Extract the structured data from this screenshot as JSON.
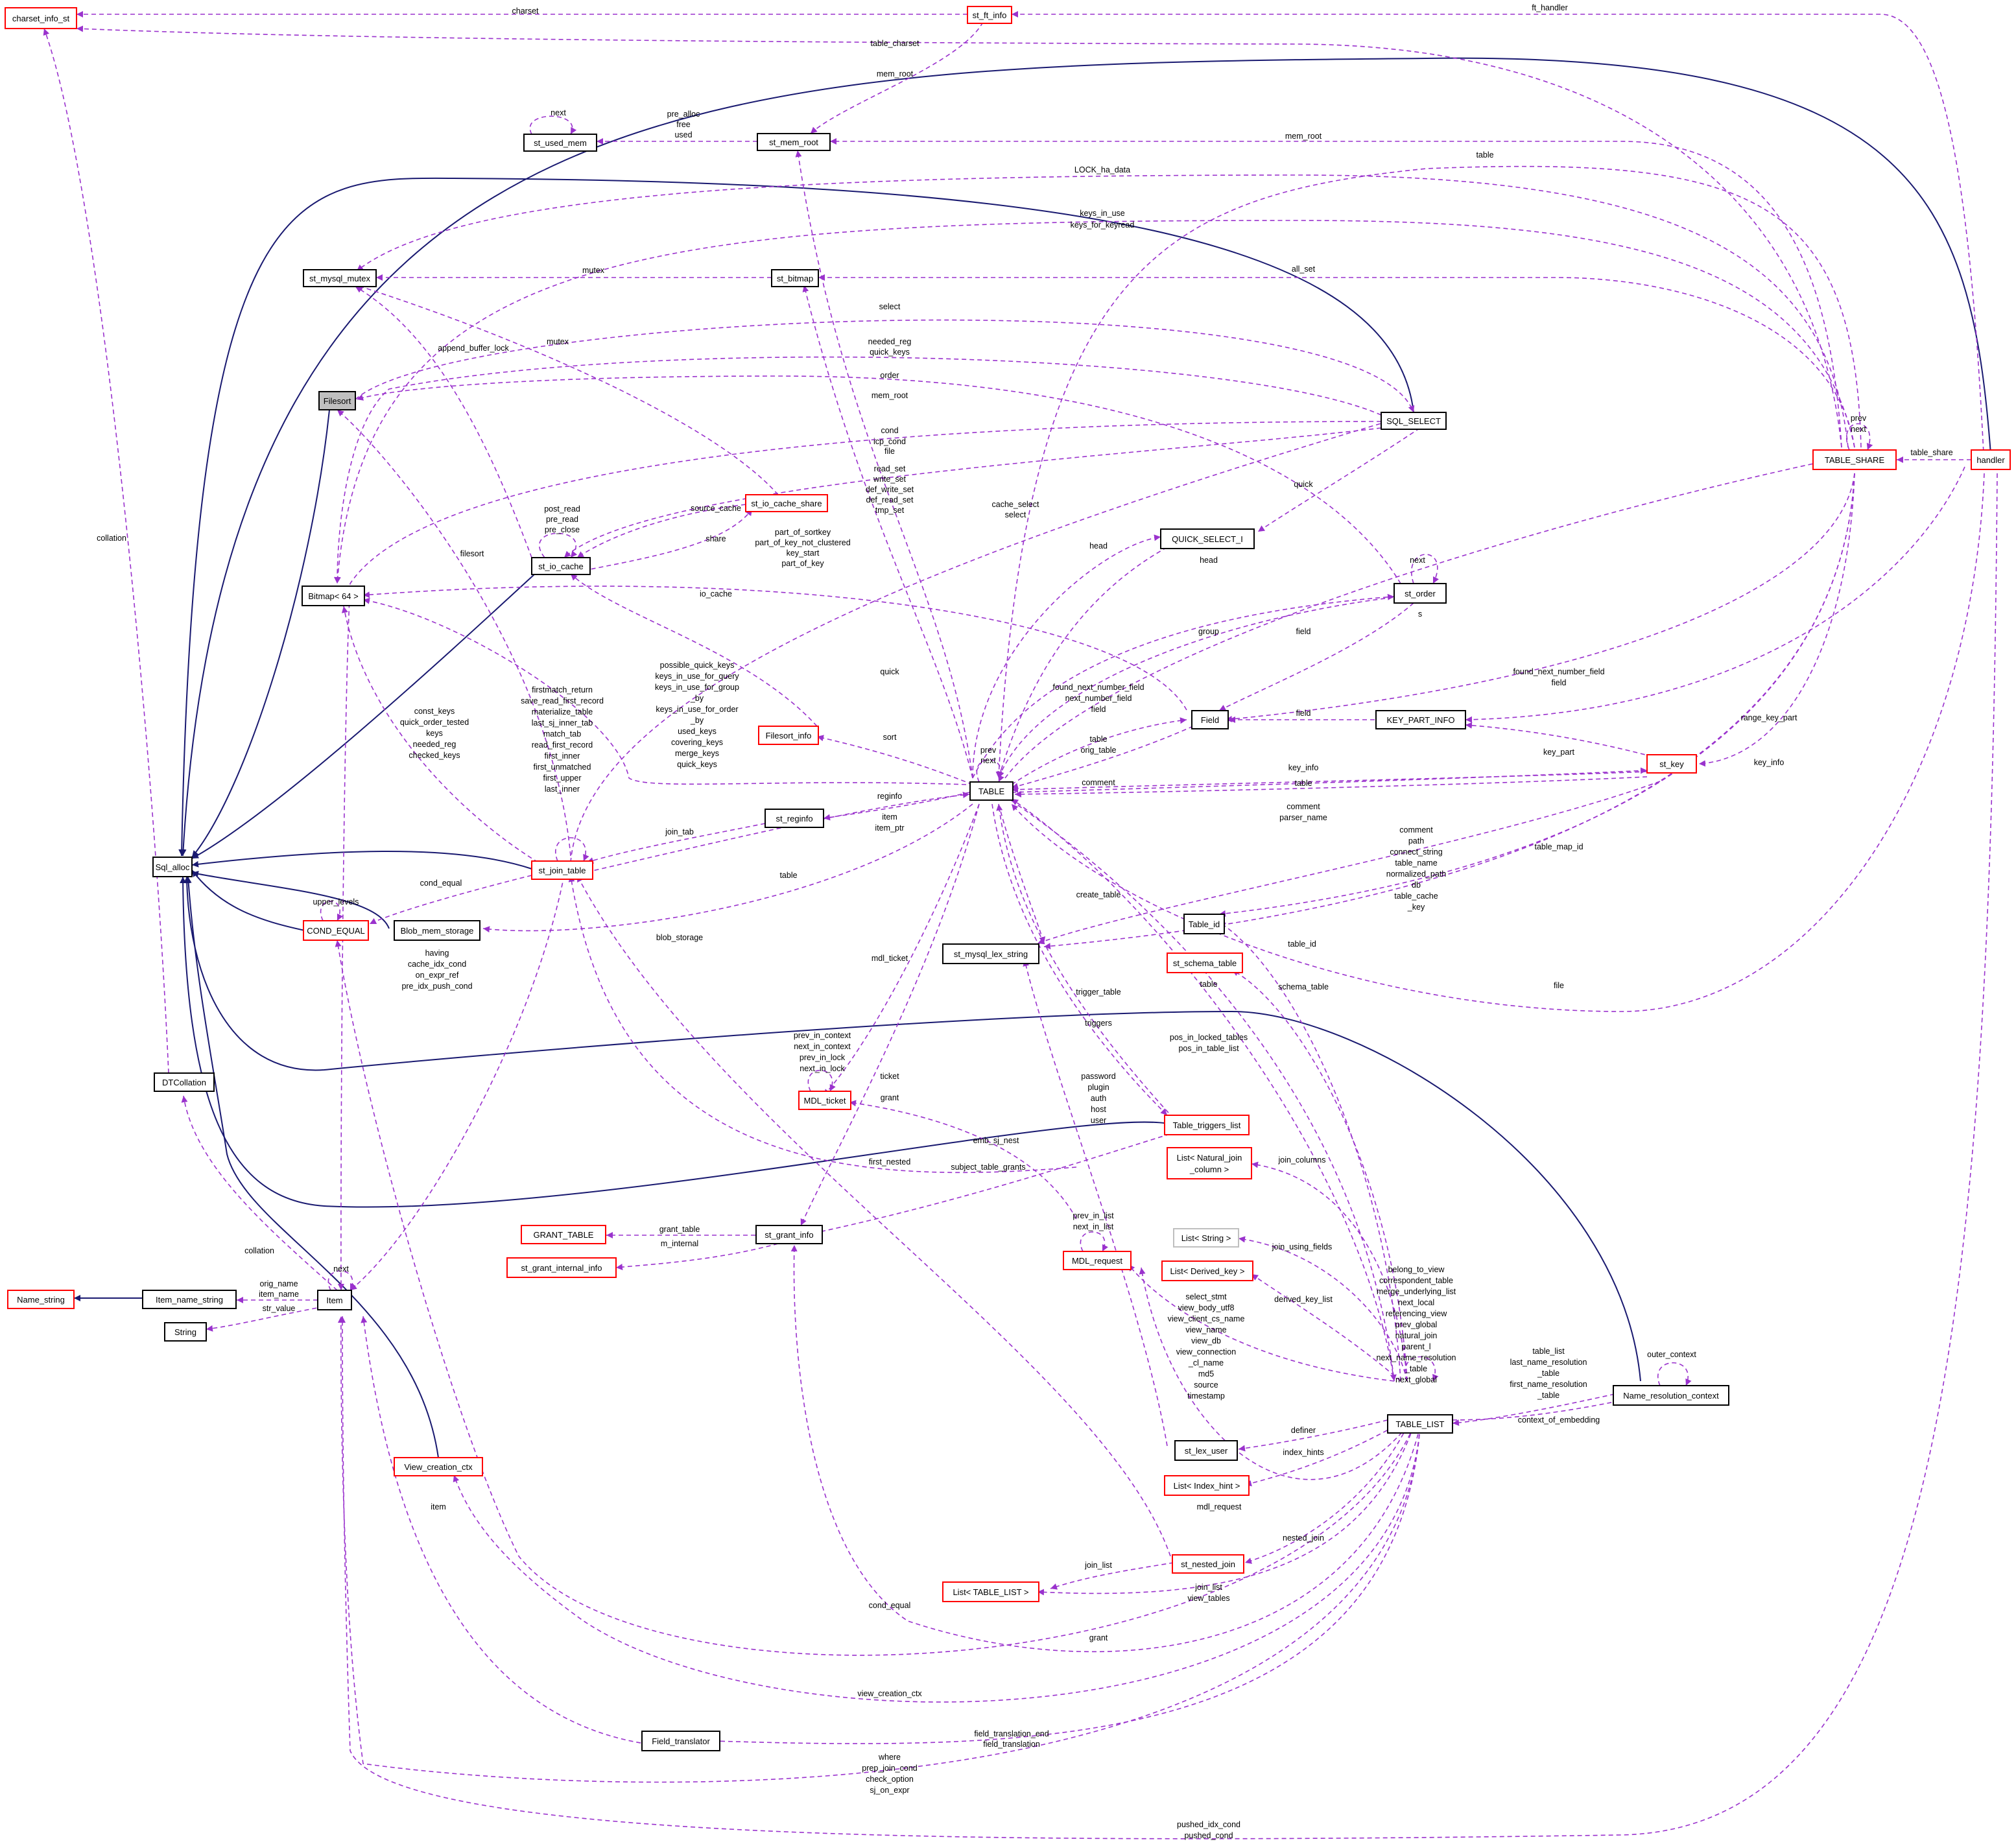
{
  "nodes": {
    "charset_info_st": "charset_info_st",
    "st_ft_info": "st_ft_info",
    "st_used_mem": "st_used_mem",
    "st_mem_root": "st_mem_root",
    "st_mysql_mutex": "st_mysql_mutex",
    "st_bitmap": "st_bitmap",
    "Filesort": "Filesort",
    "SQL_SELECT": "SQL_SELECT",
    "TABLE_SHARE": "TABLE_SHARE",
    "handler": "handler",
    "st_io_cache_share": "st_io_cache_share",
    "st_io_cache": "st_io_cache",
    "QUICK_SELECT_I": "QUICK_SELECT_I",
    "Bitmap_64": "Bitmap< 64 >",
    "st_order": "st_order",
    "Filesort_info": "Filesort_info",
    "Field": "Field",
    "KEY_PART_INFO": "KEY_PART_INFO",
    "TABLE": "TABLE",
    "st_key": "st_key",
    "st_reginfo": "st_reginfo",
    "Sql_alloc": "Sql_alloc",
    "st_join_table": "st_join_table",
    "COND_EQUAL": "COND_EQUAL",
    "Blob_mem_storage": "Blob_mem_storage",
    "Table_id": "Table_id",
    "st_mysql_lex_string": "st_mysql_lex_string",
    "st_schema_table": "st_schema_table",
    "DTCollation": "DTCollation",
    "MDL_ticket": "MDL_ticket",
    "Table_triggers_list": "Table_triggers_list",
    "List_Natural_join_1": "List< Natural_join",
    "List_Natural_join_2": "_column >",
    "GRANT_TABLE": "GRANT_TABLE",
    "st_grant_info": "st_grant_info",
    "st_grant_internal_info": "st_grant_internal_info",
    "List_String": "List< String >",
    "MDL_request": "MDL_request",
    "List_Derived_key": "List< Derived_key >",
    "Name_string": "Name_string",
    "Item_name_string": "Item_name_string",
    "Item": "Item",
    "String": "String",
    "View_creation_ctx": "View_creation_ctx",
    "TABLE_LIST": "TABLE_LIST",
    "Name_resolution_context": "Name_resolution_context",
    "st_lex_user": "st_lex_user",
    "List_Index_hint": "List< Index_hint >",
    "st_nested_join": "st_nested_join",
    "List_TABLE_LIST": "List< TABLE_LIST >",
    "Field_translator": "Field_translator"
  },
  "labels": {
    "charset": "charset",
    "ft_handler": "ft_handler",
    "table_charset": "table_charset",
    "mem_root_top": "mem_root",
    "pre_alloc": "pre_alloc",
    "free": "free",
    "used": "used",
    "mem_root_share": "mem_root",
    "next_used_mem": "next",
    "LOCK_ha_data": "LOCK_ha_data",
    "table_top": "table",
    "keys_in_use": "keys_in_use",
    "keys_for_keyread": "keys_for_keyread",
    "mutex": "mutex",
    "all_set": "all_set",
    "select": "select",
    "append_buffer_lock": "append_buffer_lock",
    "mutex2": "mutex",
    "needed_reg": "needed_reg",
    "quick_keys": "quick_keys",
    "order": "order",
    "mem_root_table": "mem_root",
    "prev_share": "prev",
    "next_share": "next",
    "table_share": "table_share",
    "cond": "cond",
    "icp_cond": "icp_cond",
    "file": "file",
    "read_set": "read_set",
    "write_set": "write_set",
    "def_write_set": "def_write_set",
    "def_read_set": "def_read_set",
    "tmp_set": "tmp_set",
    "quick": "quick",
    "post_read": "post_read",
    "pre_read": "pre_read",
    "pre_close": "pre_close",
    "source_cache": "source_cache",
    "share": "share",
    "cache_select": "cache_select",
    "select2": "select",
    "part_of_sortkey": "part_of_sortkey",
    "part_of_key_not_clustered": "part_of_key_not_clustered",
    "key_start": "key_start",
    "part_of_key": "part_of_key",
    "head1": "head",
    "head2": "head",
    "next_order": "next",
    "filesort": "filesort",
    "io_cache": "io_cache",
    "group": "group",
    "field_order": "field",
    "s": "s",
    "quick2": "quick",
    "possible_quick_keys": "possible_quick_keys",
    "keys_in_use_for_query": "keys_in_use_for_query",
    "keys_in_use_for_group": "keys_in_use_for_group",
    "by1": "_by",
    "keys_in_use_for_order": "keys_in_use_for_order",
    "by2": "_by",
    "used_keys": "used_keys",
    "covering_keys": "covering_keys",
    "merge_keys": "merge_keys",
    "quick_keys2": "quick_keys",
    "found_next_number_field_s": "found_next_number_field",
    "field_s": "field",
    "range_key_part": "range_key_part",
    "found_next_number_field": "found_next_number_field",
    "next_number_field": "next_number_field",
    "field_t": "field",
    "field_kpi": "field",
    "const_keys": "const_keys",
    "quick_order_tested": "quick_order_tested",
    "keys": "keys",
    "needed_reg2": "needed_reg",
    "checked_keys": "checked_keys",
    "firstmatch_return": "firstmatch_return",
    "save_read_first_record": "save_read_first_record",
    "materialize_table": "materialize_table",
    "last_sj_inner_tab": "last_sj_inner_tab",
    "match_tab": "match_tab",
    "read_first_record": "read_first_record",
    "first_inner": "first_inner",
    "first_unmatched": "first_unmatched",
    "first_upper": "first_upper",
    "last_inner": "last_inner",
    "sort": "sort",
    "prev_t": "prev",
    "next_t": "next",
    "table_orig1": "table",
    "orig_table": "orig_table",
    "key_part": "key_part",
    "key_info_share": "key_info",
    "comment": "comment",
    "key_info": "key_info",
    "table_key": "table",
    "reginfo": "reginfo",
    "join_tab": "join_tab",
    "item": "item",
    "item_ptr": "item_ptr",
    "comment2": "comment",
    "parser_name": "parser_name",
    "comment3": "comment",
    "path": "path",
    "connect_string": "connect_string",
    "table_name": "table_name",
    "normalized_path": "normalized_path",
    "db": "db",
    "table_cache": "table_cache",
    "key": "_key",
    "table_map_id": "table_map_id",
    "cond_equal": "cond_equal",
    "table_jt": "table",
    "upper_levels": "upper_levels",
    "create_table": "create_table",
    "blob_storage": "blob_storage",
    "having": "having",
    "cache_idx_cond": "cache_idx_cond",
    "on_expr_ref": "on_expr_ref",
    "pre_idx_push_cond": "pre_idx_push_cond",
    "mdl_ticket": "mdl_ticket",
    "table_id": "table_id",
    "file2": "file",
    "table_tl": "table",
    "schema_table": "schema_table",
    "trigger_table": "trigger_table",
    "triggers": "triggers",
    "pos_in_locked_tables": "pos_in_locked_tables",
    "pos_in_table_list": "pos_in_table_list",
    "collation": "collation",
    "prev_in_context": "prev_in_context",
    "next_in_context": "next_in_context",
    "prev_in_lock": "prev_in_lock",
    "next_in_lock": "next_in_lock",
    "ticket": "ticket",
    "grant": "grant",
    "password": "password",
    "plugin": "plugin",
    "auth": "auth",
    "host": "host",
    "user": "user",
    "emb_sj_nest": "emb_sj_nest",
    "first_nested": "first_nested",
    "subject_table_grants": "subject_table_grants",
    "join_columns": "join_columns",
    "grant_table": "grant_table",
    "m_internal": "m_internal",
    "prev_in_list": "prev_in_list",
    "next_in_list": "next_in_list",
    "join_using_fields": "join_using_fields",
    "collation2": "collation",
    "next_item": "next",
    "orig_name": "orig_name",
    "item_name": "item_name",
    "str_value": "str_value",
    "belong_to_view": "belong_to_view",
    "correspondent_table": "correspondent_table",
    "merge_underlying_list": "merge_underlying_list",
    "next_local": "next_local",
    "referencing_view": "referencing_view",
    "prev_global": "prev_global",
    "natural_join": "natural_join",
    "parent_l": "parent_l",
    "next_name_resolution": "next_name_resolution",
    "table_tl2": "_table",
    "next_global": "next_global",
    "derived_key_list": "derived_key_list",
    "select_stmt": "select_stmt",
    "view_body_utf8": "view_body_utf8",
    "view_client_cs_name": "view_client_cs_name",
    "view_name": "view_name",
    "view_db": "view_db",
    "view_connection": "view_connection",
    "cl_name": "_cl_name",
    "md5": "md5",
    "source": "source",
    "timestamp": "timestamp",
    "table_list": "table_list",
    "last_name_resolution": "last_name_resolution",
    "table_nr1": "_table",
    "first_name_resolution": "first_name_resolution",
    "table_nr2": "_table",
    "outer_context": "outer_context",
    "context_of_embedding": "context_of_embedding",
    "definer": "definer",
    "index_hints": "index_hints",
    "item2": "item",
    "mdl_request": "mdl_request",
    "nested_join": "nested_join",
    "join_list": "join_list",
    "join_list2": "join_list",
    "view_tables": "view_tables",
    "cond_equal2": "cond_equal",
    "grant2": "grant",
    "view_creation_ctx": "view_creation_ctx",
    "field_translation_end": "field_translation_end",
    "field_translation": "field_translation",
    "where": "where",
    "prep_join_cond": "prep_join_cond",
    "check_option": "check_option",
    "sj_on_expr": "sj_on_expr",
    "pushed_idx_cond": "pushed_idx_cond",
    "pushed_cond": "pushed_cond"
  }
}
